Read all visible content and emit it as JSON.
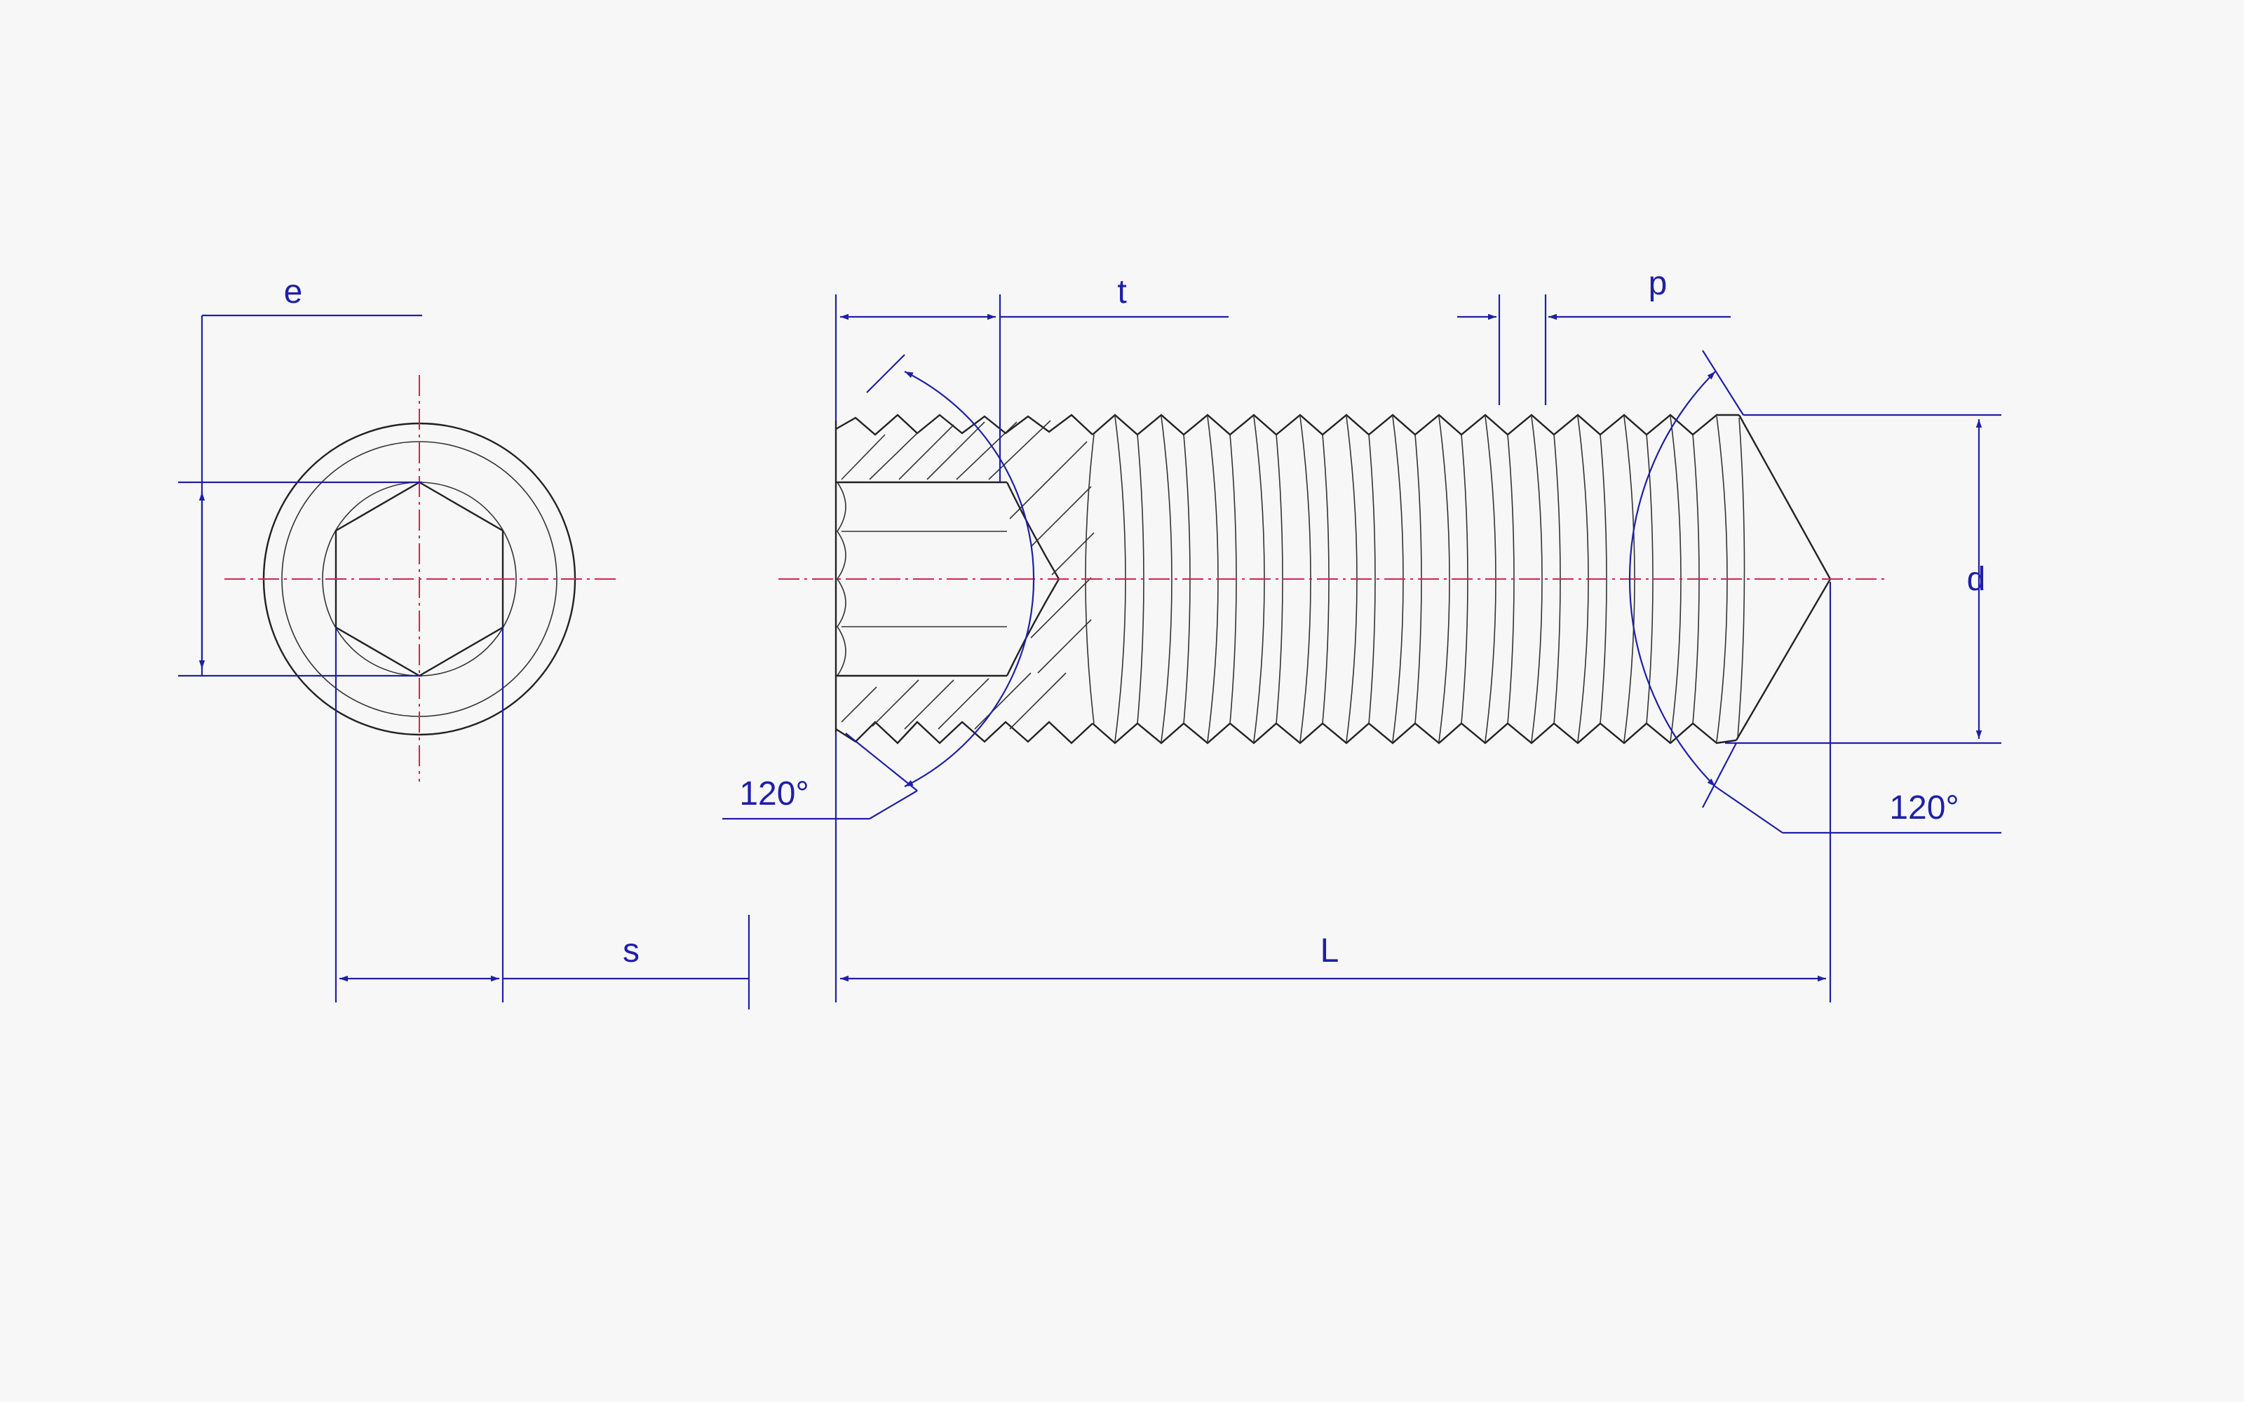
{
  "drawing": {
    "labels": {
      "e": "e",
      "t": "t",
      "p": "p",
      "d": "d",
      "s": "s",
      "L": "L",
      "angle_left": "120°",
      "angle_right": "120°"
    },
    "colors": {
      "dimension": "#1f1fa8",
      "object": "#222222",
      "centerline": "#d6234a",
      "background": "#f7f7f7"
    }
  }
}
